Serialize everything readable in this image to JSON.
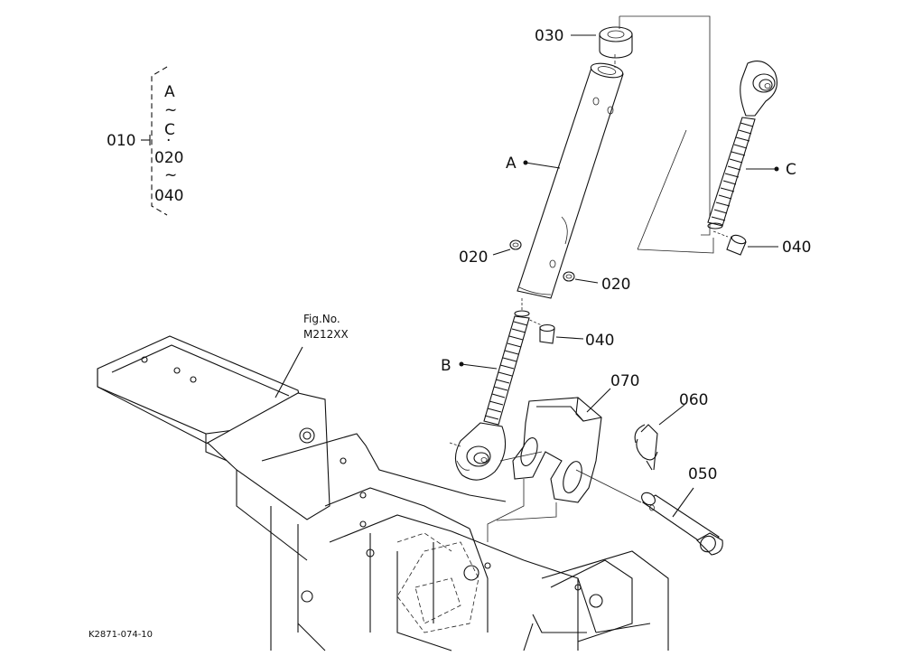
{
  "legend": {
    "assembly_no": "010",
    "lines": [
      "A",
      "~",
      "C",
      "·",
      "020",
      "~",
      "040"
    ]
  },
  "callouts": {
    "p030": "030",
    "pA": "A",
    "pC": "C",
    "p020_left": "020",
    "p020_right": "020",
    "p040_top": "040",
    "p040_mid": "040",
    "pB": "B",
    "p070": "070",
    "p060": "060",
    "p050": "050"
  },
  "fig_ref": {
    "line1": "Fig.No.",
    "line2": "M212XX"
  },
  "drawing_code": "K2871-074-10"
}
